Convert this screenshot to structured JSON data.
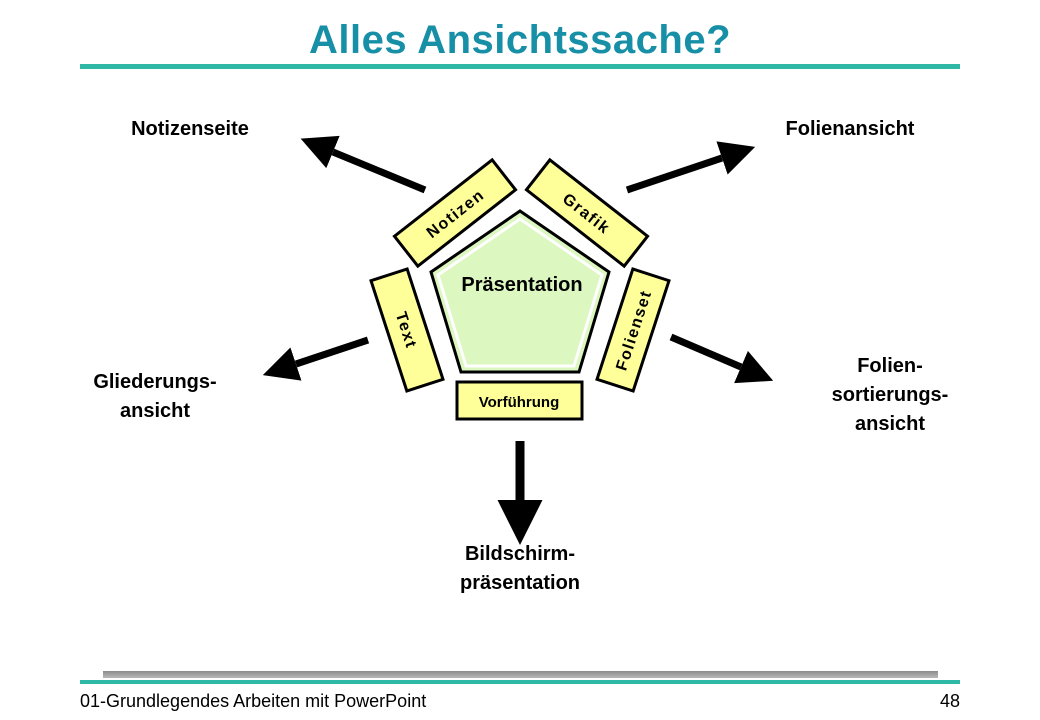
{
  "slide": {
    "title": "Alles Ansichtssache?",
    "footer_left": "01-Grundlegendes Arbeiten mit PowerPoint",
    "page_number": "48"
  },
  "diagram": {
    "center_label": "Präsentation",
    "tabs": {
      "notizen": "Notizen",
      "grafik": "Grafik",
      "text": "Text",
      "folienset": "Folienset",
      "vorfuehrung": "Vorführung"
    },
    "views": {
      "notizenseite": "Notizenseite",
      "folienansicht": "Folienansicht",
      "gliederung_line1": "Gliederungs-",
      "gliederung_line2": "ansicht",
      "sortierung_line1": "Folien-",
      "sortierung_line2": "sortierungs-",
      "sortierung_line3": "ansicht",
      "bildschirm_line1": "Bildschirm-",
      "bildschirm_line2": "präsentation"
    },
    "colors": {
      "pentagon_fill": "#dcf7c0",
      "tab_fill": "#ffff99",
      "title_color": "#178fa6",
      "rule_color": "#2fb8a6"
    }
  }
}
